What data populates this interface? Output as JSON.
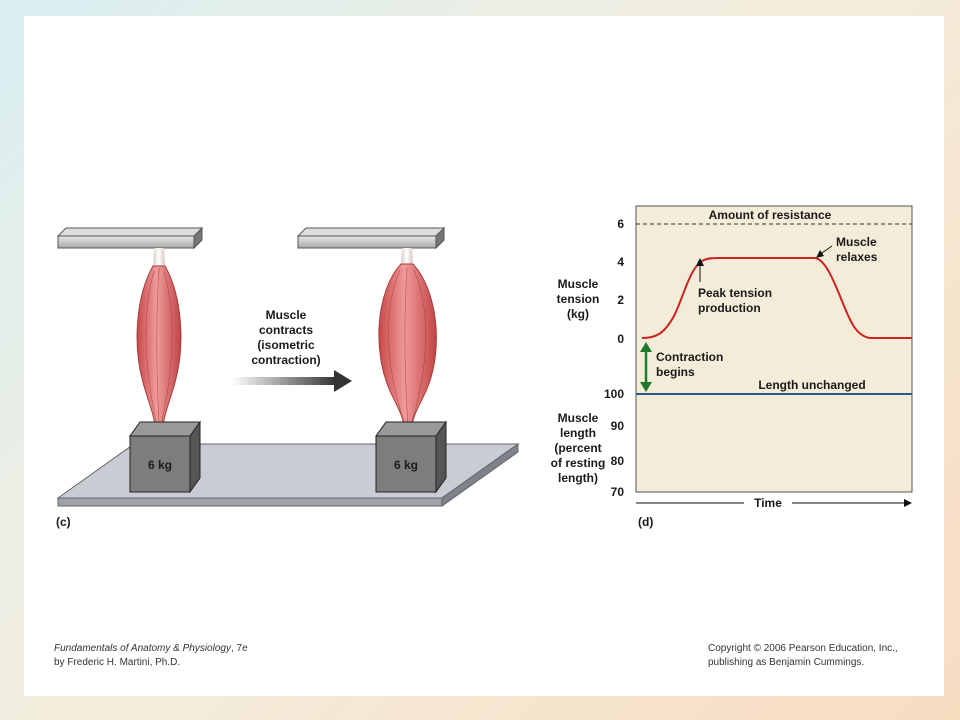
{
  "panel_c": {
    "label": "(c)",
    "weight_left": "6 kg",
    "weight_right": "6 kg",
    "arrow_text": [
      "Muscle",
      "contracts",
      "(isometric",
      "contraction)"
    ]
  },
  "panel_d": {
    "label": "(d)",
    "resistance_label": "Amount of resistance",
    "tension_axis_label": [
      "Muscle",
      "tension",
      "(kg)"
    ],
    "length_axis_label": [
      "Muscle",
      "length",
      "(percent",
      "of resting",
      "length)"
    ],
    "tension_ticks": [
      "6",
      "4",
      "2",
      "0"
    ],
    "length_ticks": [
      "100",
      "90",
      "80",
      "70"
    ],
    "time_label": "Time",
    "annotations": {
      "relaxes": [
        "Muscle",
        "relaxes"
      ],
      "peak": [
        "Peak tension",
        "production"
      ],
      "contraction": [
        "Contraction",
        "begins"
      ],
      "length_unchanged": "Length unchanged"
    }
  },
  "footer": {
    "book_title": "Fundamentals of Anatomy & Physiology",
    "edition": ", 7e",
    "author": "by Frederic H. Martini, Ph.D.",
    "copyright_1": "Copyright © 2006 Pearson Education, Inc.,",
    "copyright_2": "publishing as Benjamin Cummings."
  },
  "colors": {
    "tension_curve": "#cc2222",
    "length_line": "#2a5a8a",
    "contraction_arrow": "#1f7a2e",
    "graph_bg": "#f3ecd8",
    "muscle": "#e07c7c"
  }
}
